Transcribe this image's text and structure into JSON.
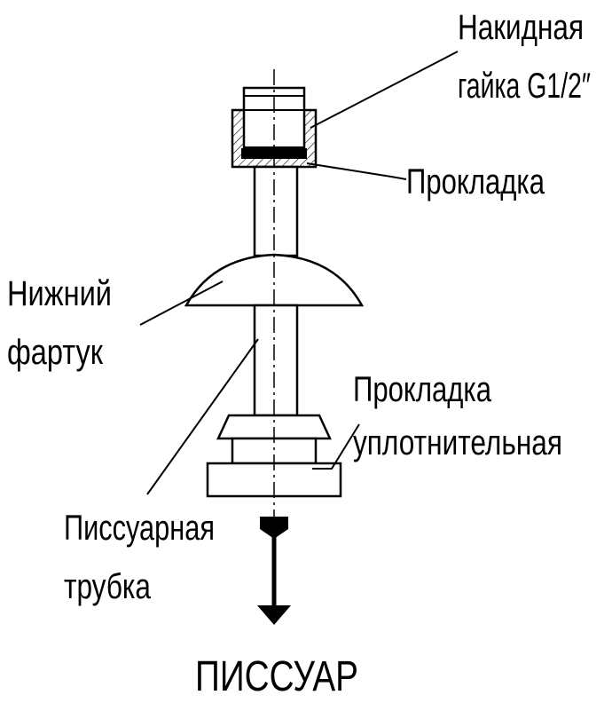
{
  "labels": {
    "nut_line1": "Накидная",
    "nut_line2": "гайка G1/2″",
    "gasket": "Прокладка",
    "apron_line1": "Нижний",
    "apron_line2": "фартук",
    "seal_line1": "Прокладка",
    "seal_line2": "уплотнительная",
    "tube_line1": "Писсуарная",
    "tube_line2": "трубка",
    "urinal": "ПИССУАР"
  }
}
